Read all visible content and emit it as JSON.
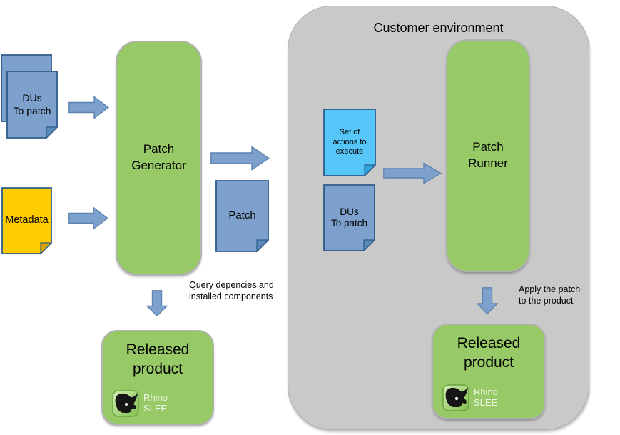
{
  "container": {
    "title": "Customer environment"
  },
  "nodes": {
    "dus_left": {
      "label": "DUs\nTo patch"
    },
    "metadata": {
      "label": "Metadata"
    },
    "patch_generator": {
      "label": "Patch\nGenerator"
    },
    "patch_doc": {
      "label": "Patch"
    },
    "actions_doc": {
      "label": "Set of\nactions to\nexecute"
    },
    "dus_right": {
      "label": "DUs\nTo patch"
    },
    "patch_runner": {
      "label": "Patch\nRunner"
    },
    "released_left": {
      "title": "Released\nproduct",
      "logo_text": "Rhino\nSLEE"
    },
    "released_right": {
      "title": "Released\nproduct",
      "logo_text": "Rhino\nSLEE"
    }
  },
  "annotations": {
    "query_dependencies": "Query depencies and\ninstalled components",
    "apply_patch": "Apply the patch\nto the product"
  },
  "icons": {
    "document": "folded-corner-page",
    "arrow_right": "block-arrow-right",
    "arrow_down": "block-arrow-down",
    "rhino_logo": "rhino-head-on-green-tile"
  },
  "colors": {
    "green_node": "#97ca67",
    "blue_document": "#7da1cc",
    "cyan_document": "#55c6f7",
    "yellow_document": "#ffcc00",
    "arrow_fill": "#7da1cc",
    "container_gray": "#c9c9c9",
    "doc_border": "#2e5c8a"
  }
}
